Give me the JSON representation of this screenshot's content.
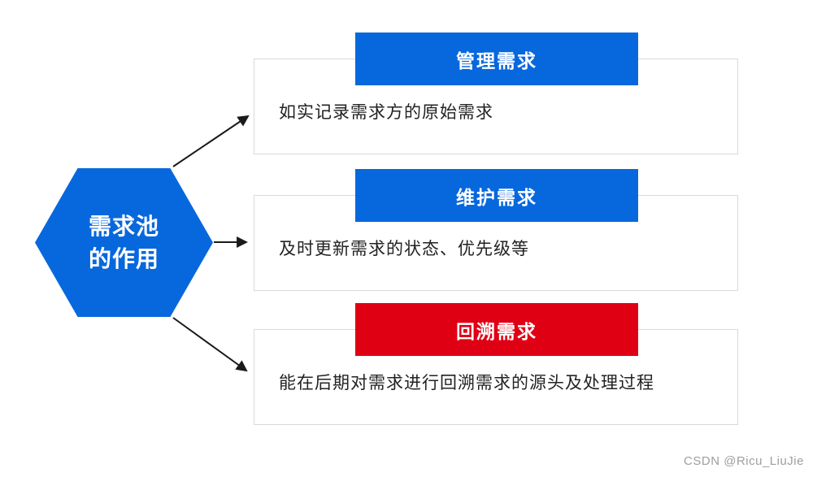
{
  "diagram": {
    "type": "radial-flow",
    "hexagon": {
      "label": "需求池\n的作用",
      "color": "#0768dd",
      "text_color": "#ffffff"
    },
    "boxes": [
      {
        "title": "管理需求",
        "description": "如实记录需求方的原始需求",
        "banner_color": "#0768dd"
      },
      {
        "title": "维护需求",
        "description": "及时更新需求的状态、优先级等",
        "banner_color": "#0768dd"
      },
      {
        "title": "回溯需求",
        "description": "能在后期对需求进行回溯需求的源头及处理过程",
        "banner_color": "#e00014"
      }
    ],
    "colors": {
      "blue": "#0768dd",
      "red": "#e00014",
      "card_border": "#d9d9d9",
      "body_text": "#222222",
      "arrow": "#1a1a1a",
      "watermark": "#9e9e9e"
    }
  },
  "watermark": "CSDN @Ricu_LiuJie"
}
